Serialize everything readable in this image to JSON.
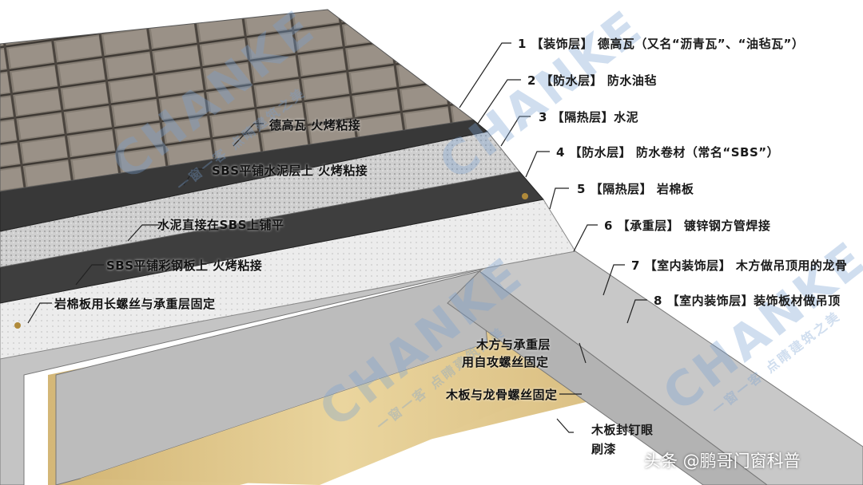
{
  "layers": [
    {
      "num": "1",
      "text": "【装饰层】 德高瓦（又名“沥青瓦”、“油毡瓦”）"
    },
    {
      "num": "2",
      "text": "【防水层】 防水油毡"
    },
    {
      "num": "3",
      "text": "【隔热层】水泥"
    },
    {
      "num": "4",
      "text": "【防水层】 防水卷材（常名“SBS”）"
    },
    {
      "num": "5",
      "text": "【隔热层】 岩棉板"
    },
    {
      "num": "6",
      "text": "【承重层】 镀锌钢方管焊接"
    },
    {
      "num": "7",
      "text": "【室内装饰层】 木方做吊顶用的龙骨"
    },
    {
      "num": "8",
      "text": "【室内装饰层】装饰板材做吊顶"
    }
  ],
  "notes": {
    "tile_bond": "德高瓦 火烤粘接",
    "sbs_on_cement": "SBS平铺水泥层上 火烤粘接",
    "cement_on_sbs": "水泥直接在SBS上铺平",
    "sbs_on_steel": "SBS平铺彩钢板上 火烤粘接",
    "rockwool_fix": "岩棉板用长螺丝与承重层固定",
    "wood_fix_1": "木方与承重层",
    "wood_fix_2": "用自攻螺丝固定",
    "board_fix": "木板与龙骨螺丝固定",
    "seal_1": "木板封钉眼",
    "seal_2": "刷漆"
  },
  "watermark": {
    "brand": "CHANKE",
    "slogan": "一窗一客 点睛建筑之美"
  },
  "credit": "头条 @鹏哥门窗科普",
  "colors": {
    "shingle": "#7d756c",
    "felt": "#3b3b3b",
    "cement": "#c9c9c9",
    "rockwool": "#e6e6e6",
    "steel": "#bdbdbd",
    "wood": "#e2c98d"
  }
}
